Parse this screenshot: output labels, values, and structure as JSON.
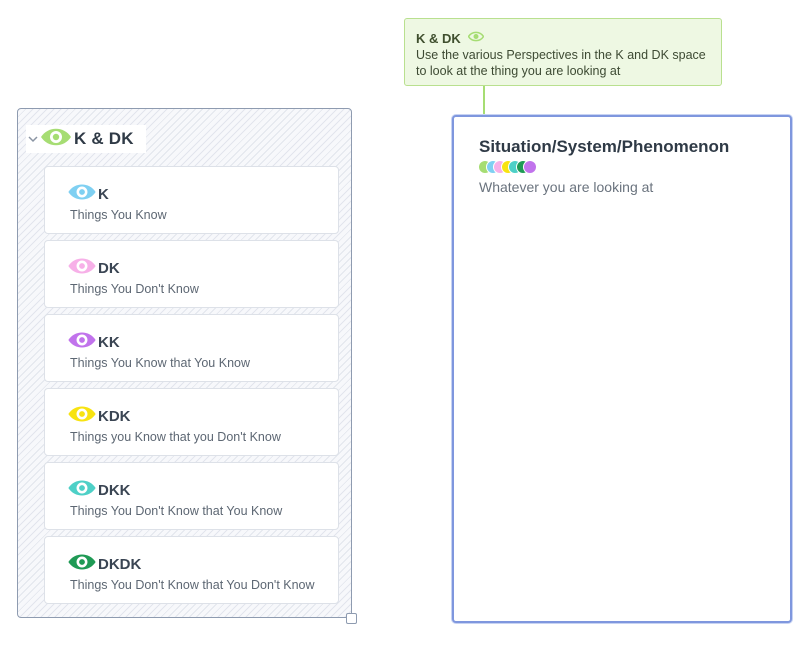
{
  "group": {
    "title": "K & DK",
    "icon": "eye-icon",
    "icon_color": "#a6dd73",
    "cards": [
      {
        "title": "K",
        "description": "Things You Know",
        "icon": "eye-icon",
        "color": "#7fd0f2"
      },
      {
        "title": "DK",
        "description": "Things You Don't Know",
        "icon": "eye-icon",
        "color": "#f7b0e8"
      },
      {
        "title": "KK",
        "description": "Things You Know that You Know",
        "icon": "eye-icon",
        "color": "#c173ec"
      },
      {
        "title": "KDK",
        "description": "Things you Know that you Don't Know",
        "icon": "eye-icon",
        "color": "#f8e311"
      },
      {
        "title": "DKK",
        "description": "Things You Don't Know that You Know",
        "icon": "eye-icon",
        "color": "#4ed0c7"
      },
      {
        "title": "DKDK",
        "description": "Things You Don't Know that You Don't Know",
        "icon": "eye-icon",
        "color": "#1f9a55"
      }
    ]
  },
  "note": {
    "title": "K & DK",
    "icon": "eye-icon",
    "icon_color": "#a6dd73",
    "text": "Use the various Perspectives in the K and DK space to look at the thing you are looking at"
  },
  "system": {
    "title": "Situation/System/Phenomenon",
    "description": "Whatever you are looking at",
    "tag_colors": [
      "#a6dd73",
      "#7fd0f2",
      "#f7b0e8",
      "#f8e311",
      "#4ed0c7",
      "#1f9a55",
      "#c173ec"
    ]
  },
  "colors": {
    "selection_border": "#7f97de",
    "group_border": "#8e9bb0",
    "note_background": "#eef8e3"
  }
}
